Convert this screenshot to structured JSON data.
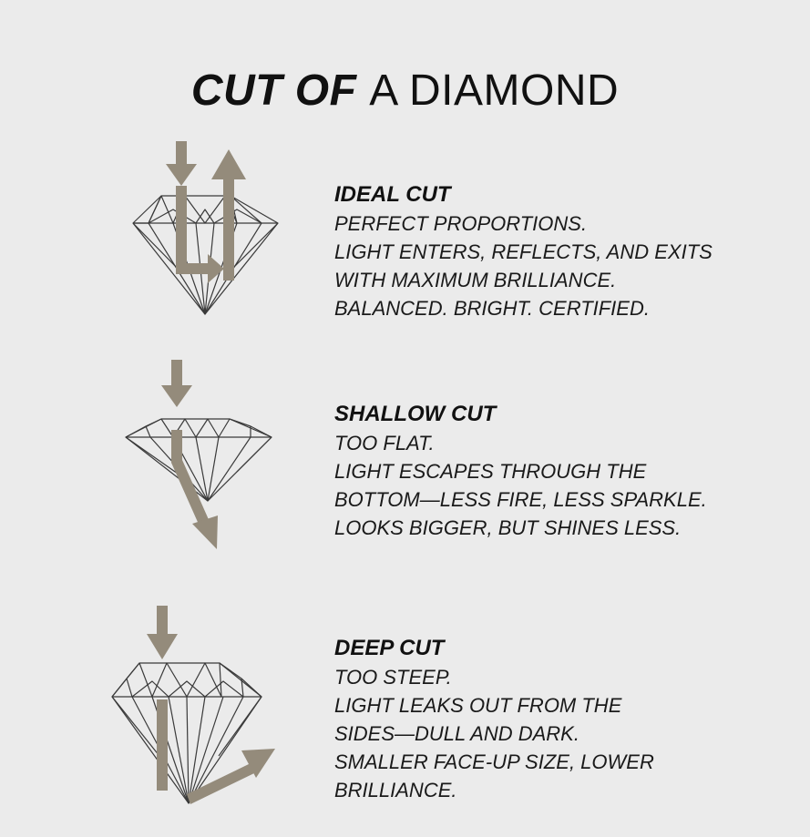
{
  "title": {
    "bold": "CUT OF",
    "light": "A DIAMOND"
  },
  "colors": {
    "arrow": "#948b7b",
    "outline": "#3a3a3a",
    "background": "#ebebeb"
  },
  "sections": [
    {
      "heading": "IDEAL CUT",
      "lines": [
        "PERFECT PROPORTIONS.",
        "LIGHT ENTERS, REFLECTS, AND EXITS",
        "WITH MAXIMUM BRILLIANCE.",
        "BALANCED. BRIGHT. CERTIFIED."
      ]
    },
    {
      "heading": "SHALLOW CUT",
      "lines": [
        "TOO FLAT.",
        "LIGHT ESCAPES THROUGH THE",
        "BOTTOM—LESS FIRE, LESS SPARKLE.",
        "LOOKS BIGGER, BUT SHINES LESS."
      ]
    },
    {
      "heading": "DEEP CUT",
      "lines": [
        "TOO STEEP.",
        "LIGHT LEAKS OUT FROM THE",
        "SIDES—DULL AND DARK.",
        "SMALLER FACE-UP SIZE, LOWER",
        "BRILLIANCE."
      ]
    }
  ]
}
